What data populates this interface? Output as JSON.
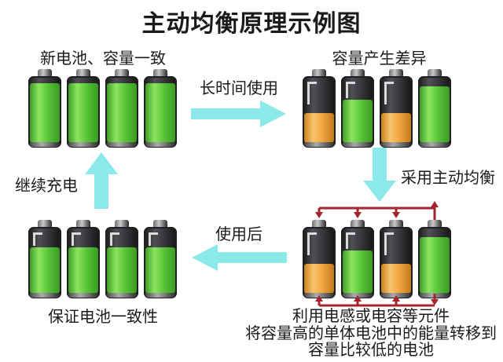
{
  "title": "主动均衡原理示例图",
  "colors": {
    "cyan": "#8BE9EA",
    "red": "#A6242C",
    "green": "#57C437",
    "orange": "#F0A43F",
    "shell_dark": "#2A2A2C",
    "text": "#1A1A1A",
    "background": "#FFFFFF"
  },
  "groups": {
    "top_left": {
      "label": "新电池、容量一致",
      "batteries": [
        {
          "level": 100,
          "color": "green"
        },
        {
          "level": 100,
          "color": "green"
        },
        {
          "level": 100,
          "color": "green"
        },
        {
          "level": 100,
          "color": "green"
        }
      ]
    },
    "top_right": {
      "label": "容量产生差异",
      "batteries": [
        {
          "level": 50,
          "color": "orange"
        },
        {
          "level": 72,
          "color": "green"
        },
        {
          "level": 50,
          "color": "orange"
        },
        {
          "level": 95,
          "color": "green"
        }
      ]
    },
    "bottom_right": {
      "caption_lines": [
        "利用电感或电容等元件",
        "将容量高的单体电池中的能量转移到",
        "容量比较低的电池"
      ],
      "batteries": [
        {
          "level": 50,
          "color": "orange"
        },
        {
          "level": 72,
          "color": "green"
        },
        {
          "level": 50,
          "color": "orange"
        },
        {
          "level": 95,
          "color": "green"
        }
      ]
    },
    "bottom_left": {
      "label": "保证电池一致性",
      "batteries": [
        {
          "level": 78,
          "color": "green"
        },
        {
          "level": 78,
          "color": "green"
        },
        {
          "level": 78,
          "color": "green"
        },
        {
          "level": 78,
          "color": "green"
        }
      ]
    }
  },
  "arrows": {
    "right": {
      "label": "长时间使用",
      "direction": "right"
    },
    "down": {
      "label": "采用主动均衡",
      "direction": "down"
    },
    "left": {
      "label": "使用后",
      "direction": "left"
    },
    "up": {
      "label": "继续充电",
      "direction": "up"
    }
  },
  "balance_bus": {
    "top_arrow_directions": [
      "down",
      "down",
      "down",
      "up"
    ],
    "bottom_arrow_directions": [
      "up",
      "up",
      "up",
      "down"
    ]
  }
}
